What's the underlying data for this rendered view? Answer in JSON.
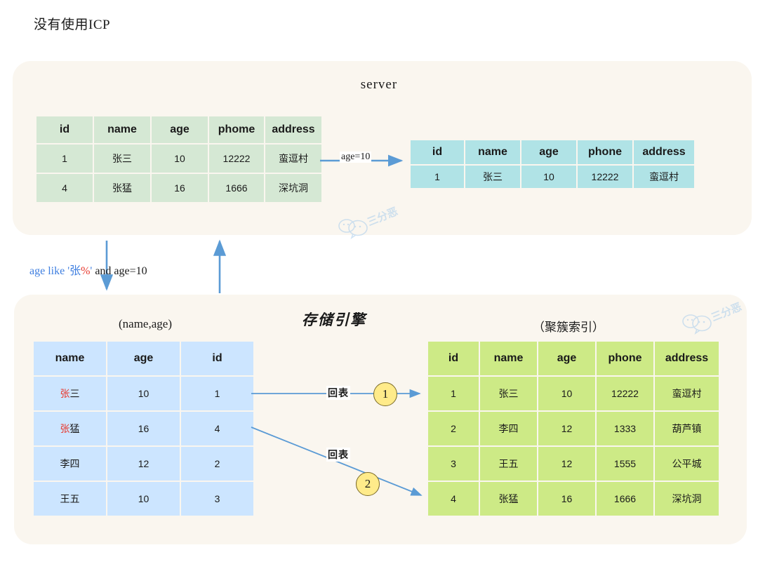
{
  "title": "没有使用ICP",
  "colors": {
    "panel_bg": "#faf6ef",
    "server_table": "#d5e8d4",
    "result_table": "#b0e3e6",
    "secondary_index_table": "#cce5ff",
    "clustered_index_table": "#cdea86",
    "arrow": "#5b9bd5",
    "highlight_red": "#e8372c",
    "badge_fill": "#ffeb8a",
    "watermark": "#bcd8f0"
  },
  "server_panel": {
    "label": "server",
    "source_table": {
      "name": "server-source-table",
      "headers": [
        "id",
        "name",
        "age",
        "phome",
        "address"
      ],
      "rows": [
        [
          "1",
          "张三",
          "10",
          "12222",
          "蛮逗村"
        ],
        [
          "4",
          "张猛",
          "16",
          "1666",
          "深坑洞"
        ]
      ]
    },
    "result_table": {
      "name": "server-result-table",
      "headers": [
        "id",
        "name",
        "age",
        "phone",
        "address"
      ],
      "rows": [
        [
          "1",
          "张三",
          "10",
          "12222",
          "蛮逗村"
        ]
      ]
    },
    "filter_label": "age=10"
  },
  "engine_panel": {
    "label": "存储引擎",
    "secondary_index": {
      "caption": "(name,age)",
      "headers": [
        "name",
        "age",
        "id"
      ],
      "rows": [
        {
          "name_prefix": "张",
          "name_rest": "三",
          "age": "10",
          "id": "1",
          "id_highlight": true
        },
        {
          "name_prefix": "张",
          "name_rest": "猛",
          "age": "16",
          "id": "4",
          "id_highlight": true
        },
        {
          "name_prefix": "",
          "name_rest": "李四",
          "age": "12",
          "id": "2",
          "id_highlight": false
        },
        {
          "name_prefix": "",
          "name_rest": "王五",
          "age": "10",
          "id": "3",
          "id_highlight": false
        }
      ]
    },
    "clustered_index": {
      "caption": "（聚簇索引）",
      "headers": [
        "id",
        "name",
        "age",
        "phone",
        "address"
      ],
      "rows": [
        {
          "id": "1",
          "id_highlight": true,
          "name": "张三",
          "age": "10",
          "phone": "12222",
          "address": "蛮逗村"
        },
        {
          "id": "2",
          "id_highlight": false,
          "name": "李四",
          "age": "12",
          "phone": "1333",
          "address": "葫芦镇"
        },
        {
          "id": "3",
          "id_highlight": false,
          "name": "王五",
          "age": "12",
          "phone": "1555",
          "address": "公平城"
        },
        {
          "id": "4",
          "id_highlight": true,
          "name": "张猛",
          "age": "16",
          "phone": "1666",
          "address": "深坑洞"
        }
      ]
    },
    "lookup_label_1": "回表",
    "lookup_label_2": "回表",
    "step_1": "1",
    "step_2": "2"
  },
  "query": {
    "condition_blue": "age like '张",
    "condition_pct": "%",
    "condition_tail": "'",
    "condition_black": " and age=10"
  },
  "watermark": {
    "text": "三分恶"
  }
}
